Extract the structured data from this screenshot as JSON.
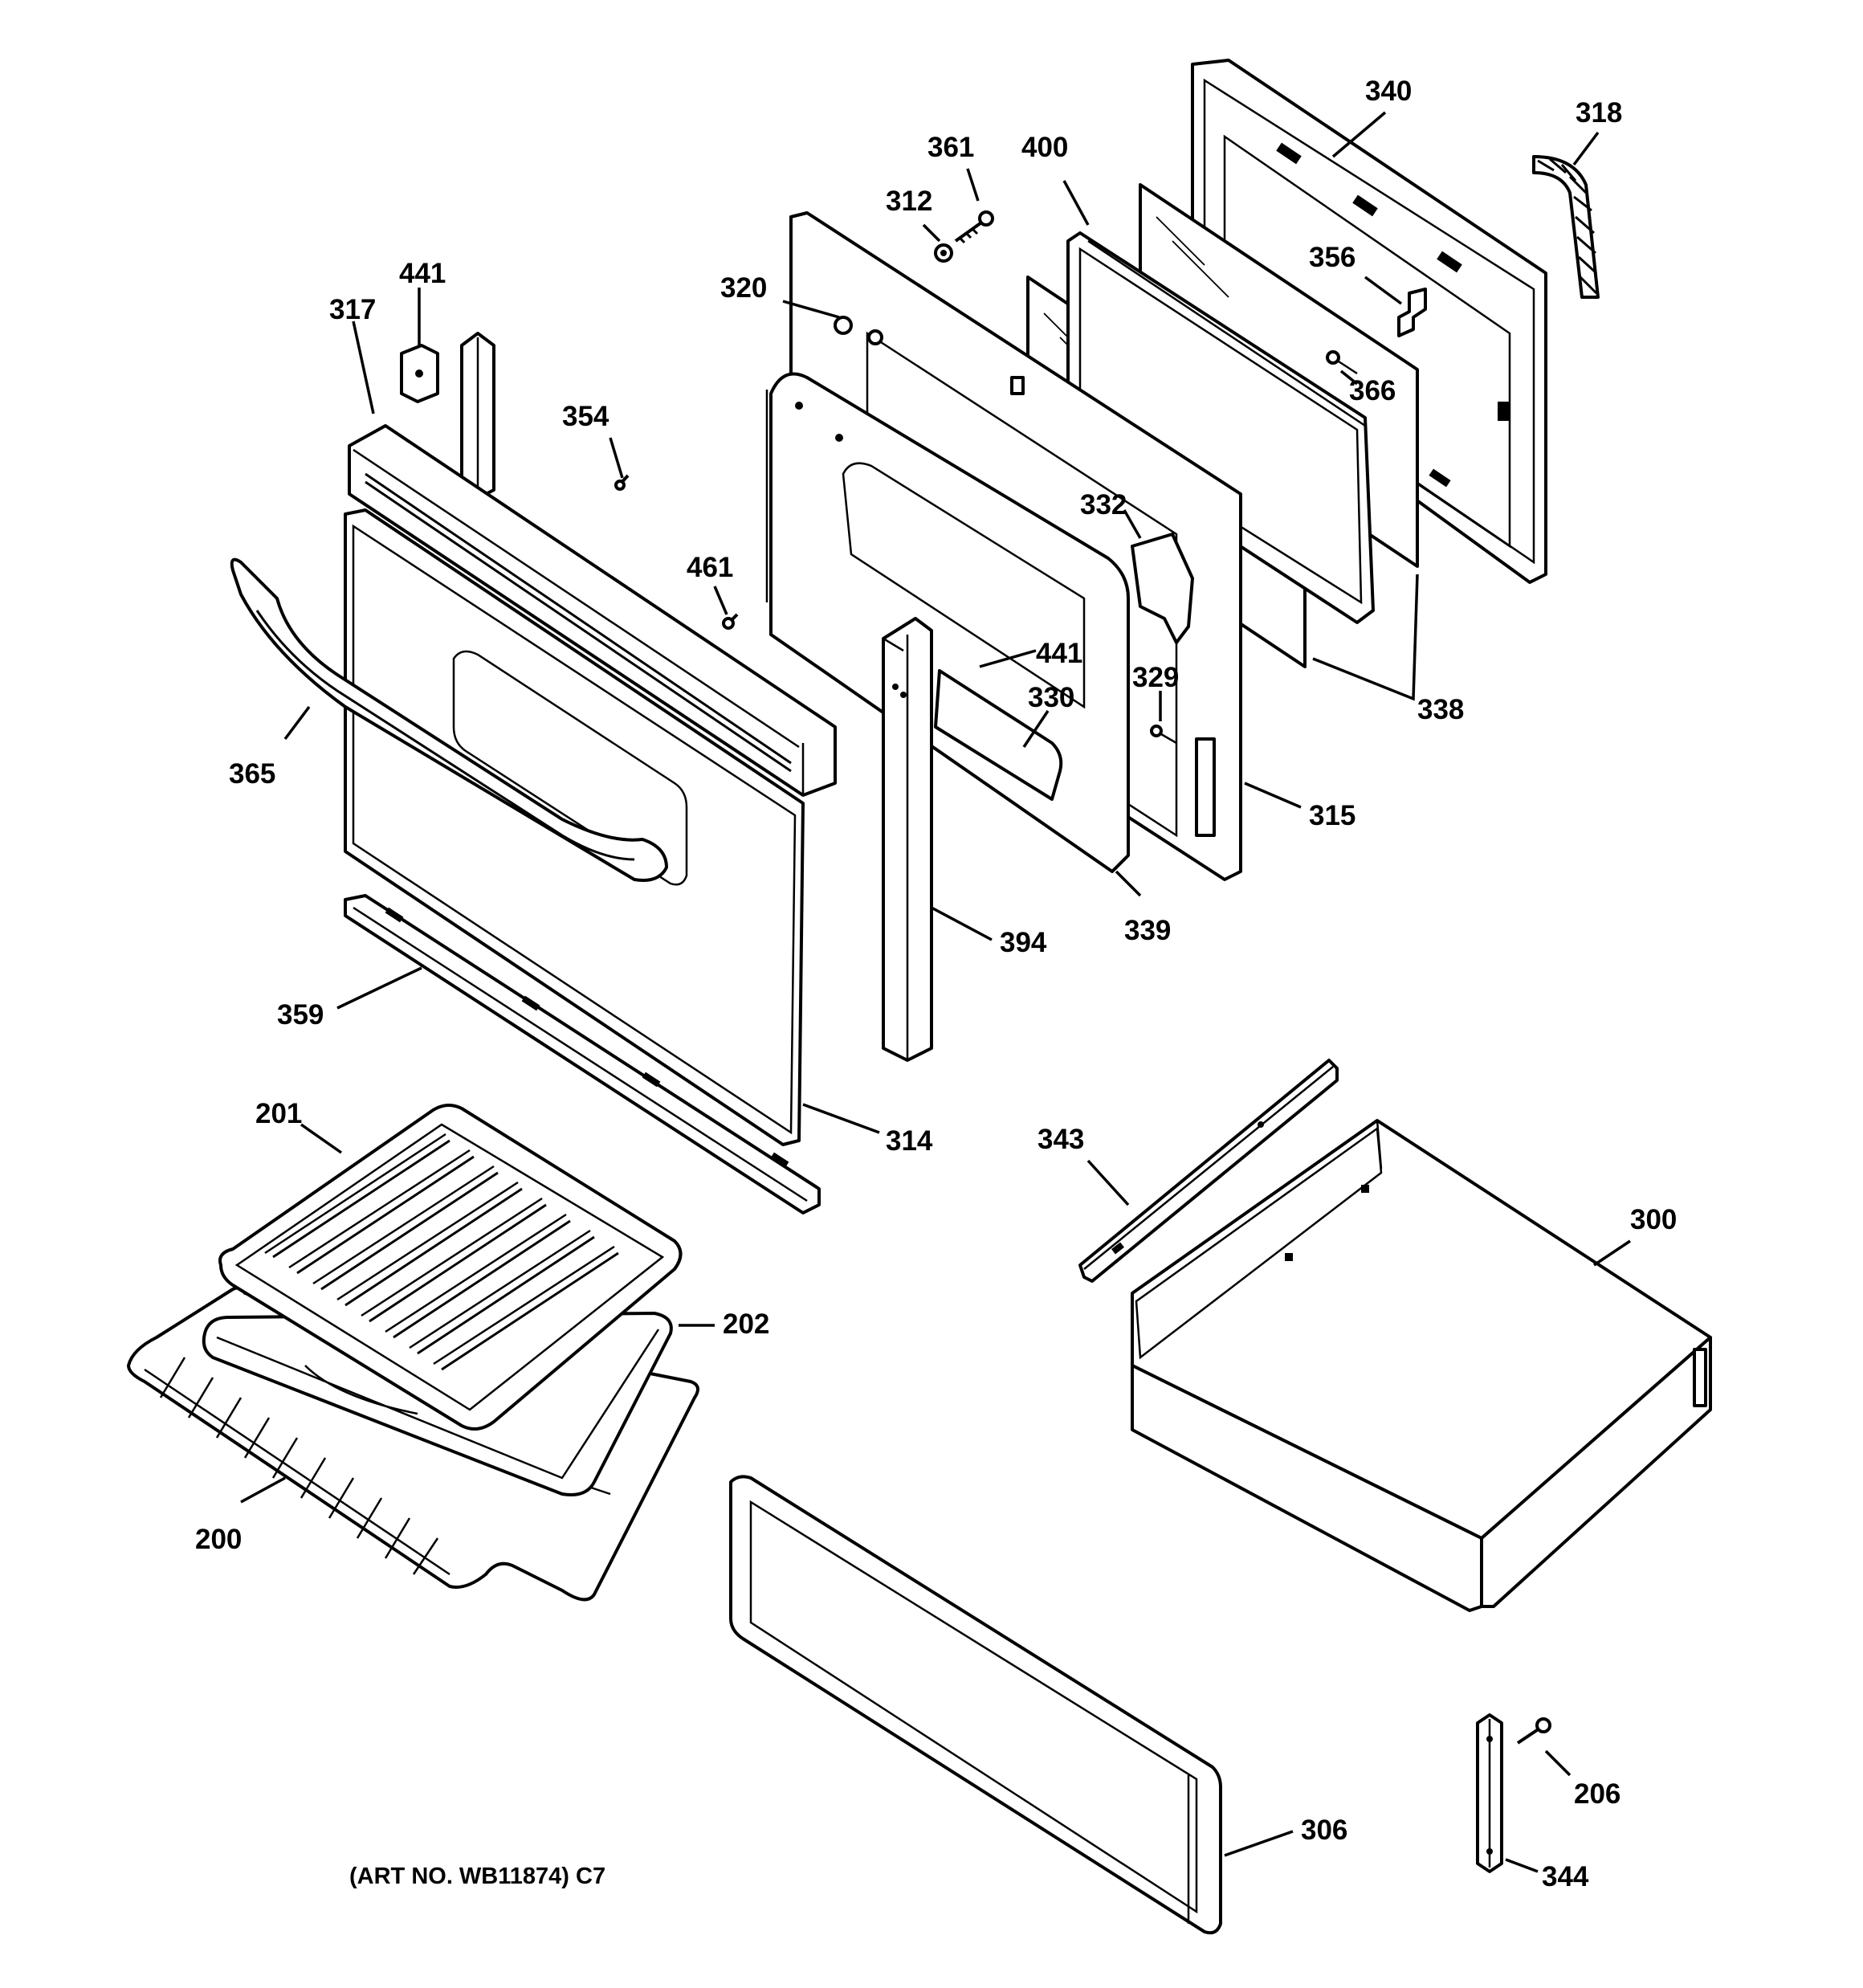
{
  "diagram": {
    "art_number": "(ART NO. WB11874) C7",
    "callouts": [
      {
        "id": "340",
        "text": "340"
      },
      {
        "id": "318",
        "text": "318"
      },
      {
        "id": "361",
        "text": "361"
      },
      {
        "id": "400",
        "text": "400"
      },
      {
        "id": "312",
        "text": "312"
      },
      {
        "id": "356",
        "text": "356"
      },
      {
        "id": "320",
        "text": "320"
      },
      {
        "id": "441a",
        "text": "441"
      },
      {
        "id": "317",
        "text": "317"
      },
      {
        "id": "354",
        "text": "354"
      },
      {
        "id": "366",
        "text": "366"
      },
      {
        "id": "332",
        "text": "332"
      },
      {
        "id": "461",
        "text": "461"
      },
      {
        "id": "441b",
        "text": "441"
      },
      {
        "id": "330",
        "text": "330"
      },
      {
        "id": "329",
        "text": "329"
      },
      {
        "id": "338",
        "text": "338"
      },
      {
        "id": "365",
        "text": "365"
      },
      {
        "id": "315",
        "text": "315"
      },
      {
        "id": "339",
        "text": "339"
      },
      {
        "id": "394",
        "text": "394"
      },
      {
        "id": "359",
        "text": "359"
      },
      {
        "id": "201",
        "text": "201"
      },
      {
        "id": "314",
        "text": "314"
      },
      {
        "id": "343",
        "text": "343"
      },
      {
        "id": "300",
        "text": "300"
      },
      {
        "id": "202",
        "text": "202"
      },
      {
        "id": "200",
        "text": "200"
      },
      {
        "id": "206",
        "text": "206"
      },
      {
        "id": "306",
        "text": "306"
      },
      {
        "id": "344",
        "text": "344"
      }
    ]
  }
}
